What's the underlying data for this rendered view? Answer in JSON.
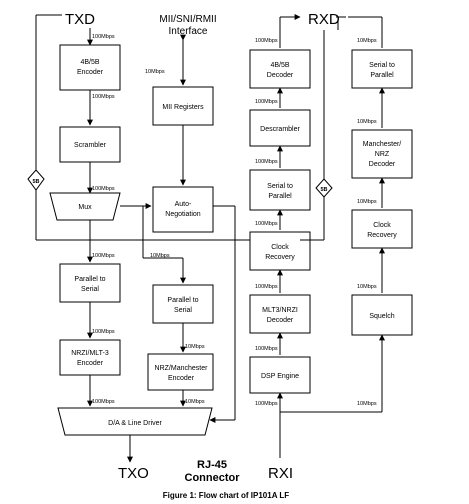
{
  "signals": {
    "txd": "TXD",
    "rxd": "RXD",
    "txo": "TXO",
    "rxi": "RXI",
    "mii_line1": "MII/SNI/RMII",
    "mii_line2": "Interface",
    "rj45_line1": "RJ-45",
    "rj45_line2": "Connector"
  },
  "blocks": {
    "enc_4b5b": "4B/5B|Encoder",
    "scrambler": "Scrambler",
    "mux": "Mux",
    "parallel_to_serial_1": "Parallel to|Serial",
    "nrz_mlt3_encoder": "NRZI/MLT-3|Encoder",
    "da_line_driver": "D/A & Line Driver",
    "mii_registers": "MII Registers",
    "auto_negotiation": "Auto-|Negotiation",
    "parallel_to_serial_2": "Parallel to|Serial",
    "nrz_manchester_encoder": "NRZ/Manchester|Encoder",
    "dec_4b5b": "4B/5B|Decoder",
    "descrambler": "Descrambler",
    "serial_to_parallel_1": "Serial to|Parallel",
    "clock_recovery_1": "Clock|Recovery",
    "mlt3_nrzi_decoder": "MLT3/NRZI|Decoder",
    "dsp_engine": "DSP Engine",
    "serial_to_parallel_2": "Serial to|Parallel",
    "manchester_nrz_decoder": "Manchester/|NRZ|Decoder",
    "clock_recovery_2": "Clock|Recovery",
    "squelch": "Squelch"
  },
  "diamonds": {
    "tx_5b": "5B",
    "rx_5b": "5B"
  },
  "rates": {
    "r_100mbps": "100Mbps",
    "r_10mbps": "10Mbps",
    "r_10mbps_b": "10Mbps",
    "r_10mbps_alt": "10Mbps"
  },
  "caption": "Figure 1: Flow chart of IP101A LF"
}
